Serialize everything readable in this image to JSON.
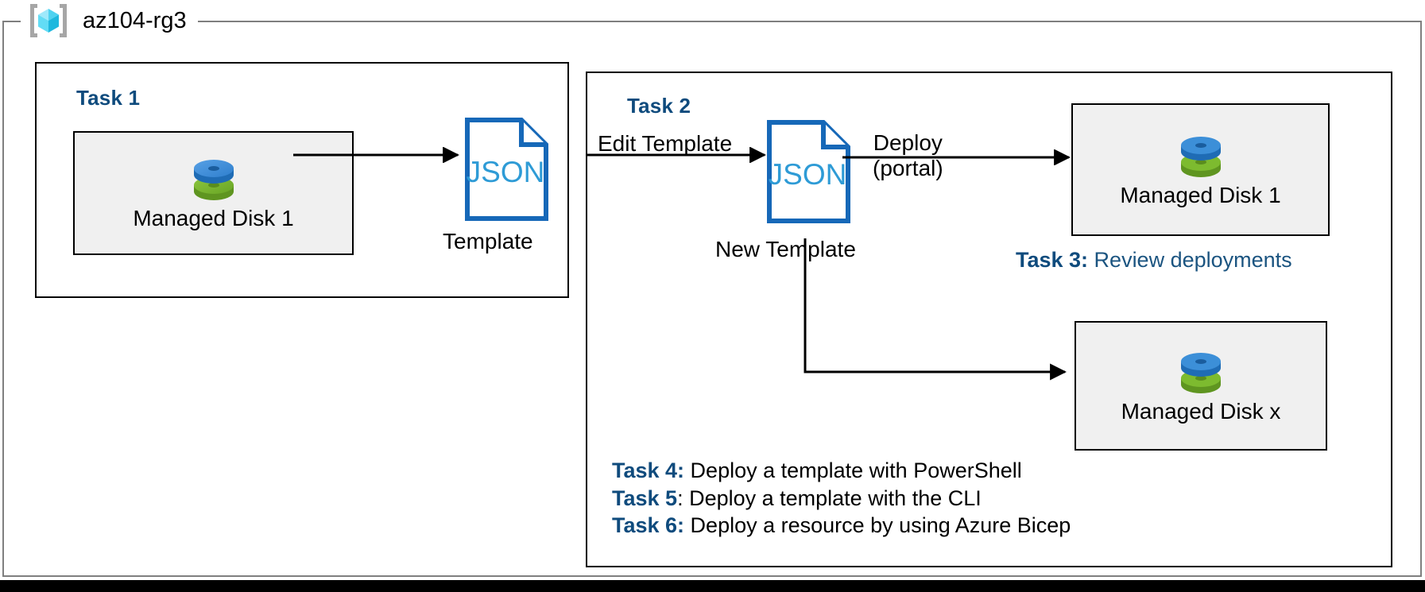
{
  "resource_group": {
    "name": "az104-rg3",
    "icon": "azure-resource-group-cube-icon"
  },
  "task1": {
    "heading": "Task 1",
    "source_disk": {
      "label": "Managed Disk 1",
      "icon": "managed-disk-icon"
    },
    "template": {
      "doc_text": "JSON",
      "caption": "Template",
      "icon": "json-document-icon"
    },
    "arrow_label": ""
  },
  "task2": {
    "heading": "Task 2",
    "edit_arrow_label": "Edit Template",
    "new_template": {
      "doc_text": "JSON",
      "caption": "New Template",
      "icon": "json-document-icon"
    },
    "deploy_arrow_label_line1": "Deploy",
    "deploy_arrow_label_line2": "(portal)",
    "target_disk_1": {
      "label": "Managed Disk 1",
      "icon": "managed-disk-icon"
    },
    "target_disk_x": {
      "label": "Managed Disk x",
      "icon": "managed-disk-icon"
    }
  },
  "notes": {
    "task3": {
      "key": "Task 3:",
      "desc": " Review deployments",
      "style": "blue"
    },
    "task4": {
      "key": "Task 4:",
      "desc": " Deploy a template with PowerShell",
      "style": "black"
    },
    "task5": {
      "key": "Task 5",
      "desc": ": Deploy a template with the CLI",
      "style": "black"
    },
    "task6": {
      "key": "Task 6:",
      "desc": " Deploy a resource by using Azure Bicep",
      "style": "black"
    }
  },
  "colors": {
    "task_heading_blue": "#0f4b7d",
    "note_blue": "#1b5480",
    "json_outline_blue": "#1668b8",
    "json_text_blue": "#2e9bd6",
    "resource_fill": "#f0f0f0",
    "frame_gray": "#7f7f7f",
    "disk_blue": "#3c8fd8",
    "disk_green": "#7dbb2f"
  }
}
